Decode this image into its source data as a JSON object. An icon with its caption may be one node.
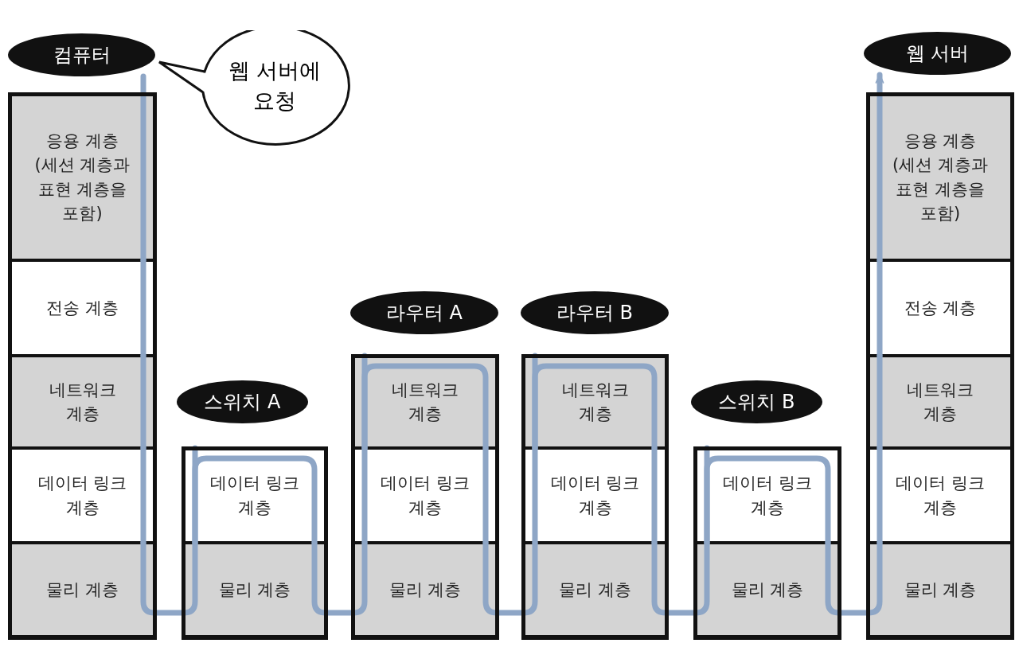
{
  "diagram": {
    "nodes": [
      {
        "text": [
          "컴퓨터"
        ]
      },
      {
        "text": [
          "웹 서버에 요청"
        ]
      },
      {
        "text": [
          "응용 계층 (세션 계층과 표현 계층을 포함)"
        ]
      },
      {
        "text": [
          "전송 계층"
        ]
      },
      {
        "text": [
          "네트워크 계층"
        ]
      },
      {
        "text": [
          "데이터 링크 계층"
        ]
      },
      {
        "text": [
          "물리 계층"
        ]
      },
      {
        "text": [
          "스위치 A"
        ]
      },
      {
        "text": [
          "데이터 링크 계층"
        ]
      },
      {
        "text": [
          "물리 계층"
        ]
      },
      {
        "text": [
          "라우터 A"
        ]
      },
      {
        "text": [
          "네트워크 계층"
        ]
      },
      {
        "text": [
          "데이터 링크 계층"
        ]
      },
      {
        "text": [
          "물리 계층"
        ]
      },
      {
        "text": [
          "라우터 B"
        ]
      },
      {
        "text": [
          "네트워크 계층"
        ]
      },
      {
        "text": [
          "데이터 링크 계층"
        ]
      },
      {
        "text": [
          "물리 계층"
        ]
      },
      {
        "text": [
          "스위치 B"
        ]
      },
      {
        "text": [
          "데이터 링크 계층"
        ]
      },
      {
        "text": [
          "물리 계층"
        ]
      },
      {
        "text": [
          "웹 서버"
        ]
      },
      {
        "text": [
          "응용 계층 (세션 계층과 표현 계층을 포함)"
        ]
      },
      {
        "text": [
          "전송 계층"
        ]
      },
      {
        "text": [
          "네트워크 계층"
        ]
      },
      {
        "text": [
          "데이터 링크 계층"
        ]
      },
      {
        "text": [
          "물리 계층"
        ]
      }
    ],
    "edges": [
      {
        "from": 0,
        "to": 2,
        "arrow": "none"
      },
      {
        "from": 2,
        "to": 3,
        "arrow": "none"
      },
      {
        "from": 3,
        "to": 4,
        "arrow": "none"
      },
      {
        "from": 4,
        "to": 5,
        "arrow": "none"
      },
      {
        "from": 5,
        "to": 6,
        "arrow": "none"
      },
      {
        "from": 6,
        "to": 9,
        "arrow": "none"
      },
      {
        "from": 9,
        "to": 8,
        "arrow": "none"
      },
      {
        "from": 8,
        "to": 9,
        "arrow": "none"
      },
      {
        "from": 9,
        "to": 13,
        "arrow": "none"
      },
      {
        "from": 13,
        "to": 12,
        "arrow": "none"
      },
      {
        "from": 12,
        "to": 11,
        "arrow": "none"
      },
      {
        "from": 11,
        "to": 12,
        "arrow": "none"
      },
      {
        "from": 12,
        "to": 13,
        "arrow": "none"
      },
      {
        "from": 13,
        "to": 17,
        "arrow": "none"
      },
      {
        "from": 17,
        "to": 16,
        "arrow": "none"
      },
      {
        "from": 16,
        "to": 15,
        "arrow": "none"
      },
      {
        "from": 15,
        "to": 16,
        "arrow": "none"
      },
      {
        "from": 16,
        "to": 17,
        "arrow": "none"
      },
      {
        "from": 17,
        "to": 20,
        "arrow": "none"
      },
      {
        "from": 20,
        "to": 19,
        "arrow": "none"
      },
      {
        "from": 19,
        "to": 20,
        "arrow": "none"
      },
      {
        "from": 20,
        "to": 26,
        "arrow": "none"
      },
      {
        "from": 26,
        "to": 25,
        "arrow": "none"
      },
      {
        "from": 25,
        "to": 24,
        "arrow": "none"
      },
      {
        "from": 24,
        "to": 23,
        "arrow": "none"
      },
      {
        "from": 23,
        "to": 22,
        "arrow": "none"
      },
      {
        "from": 22,
        "to": 21,
        "arrow": "to"
      }
    ]
  }
}
